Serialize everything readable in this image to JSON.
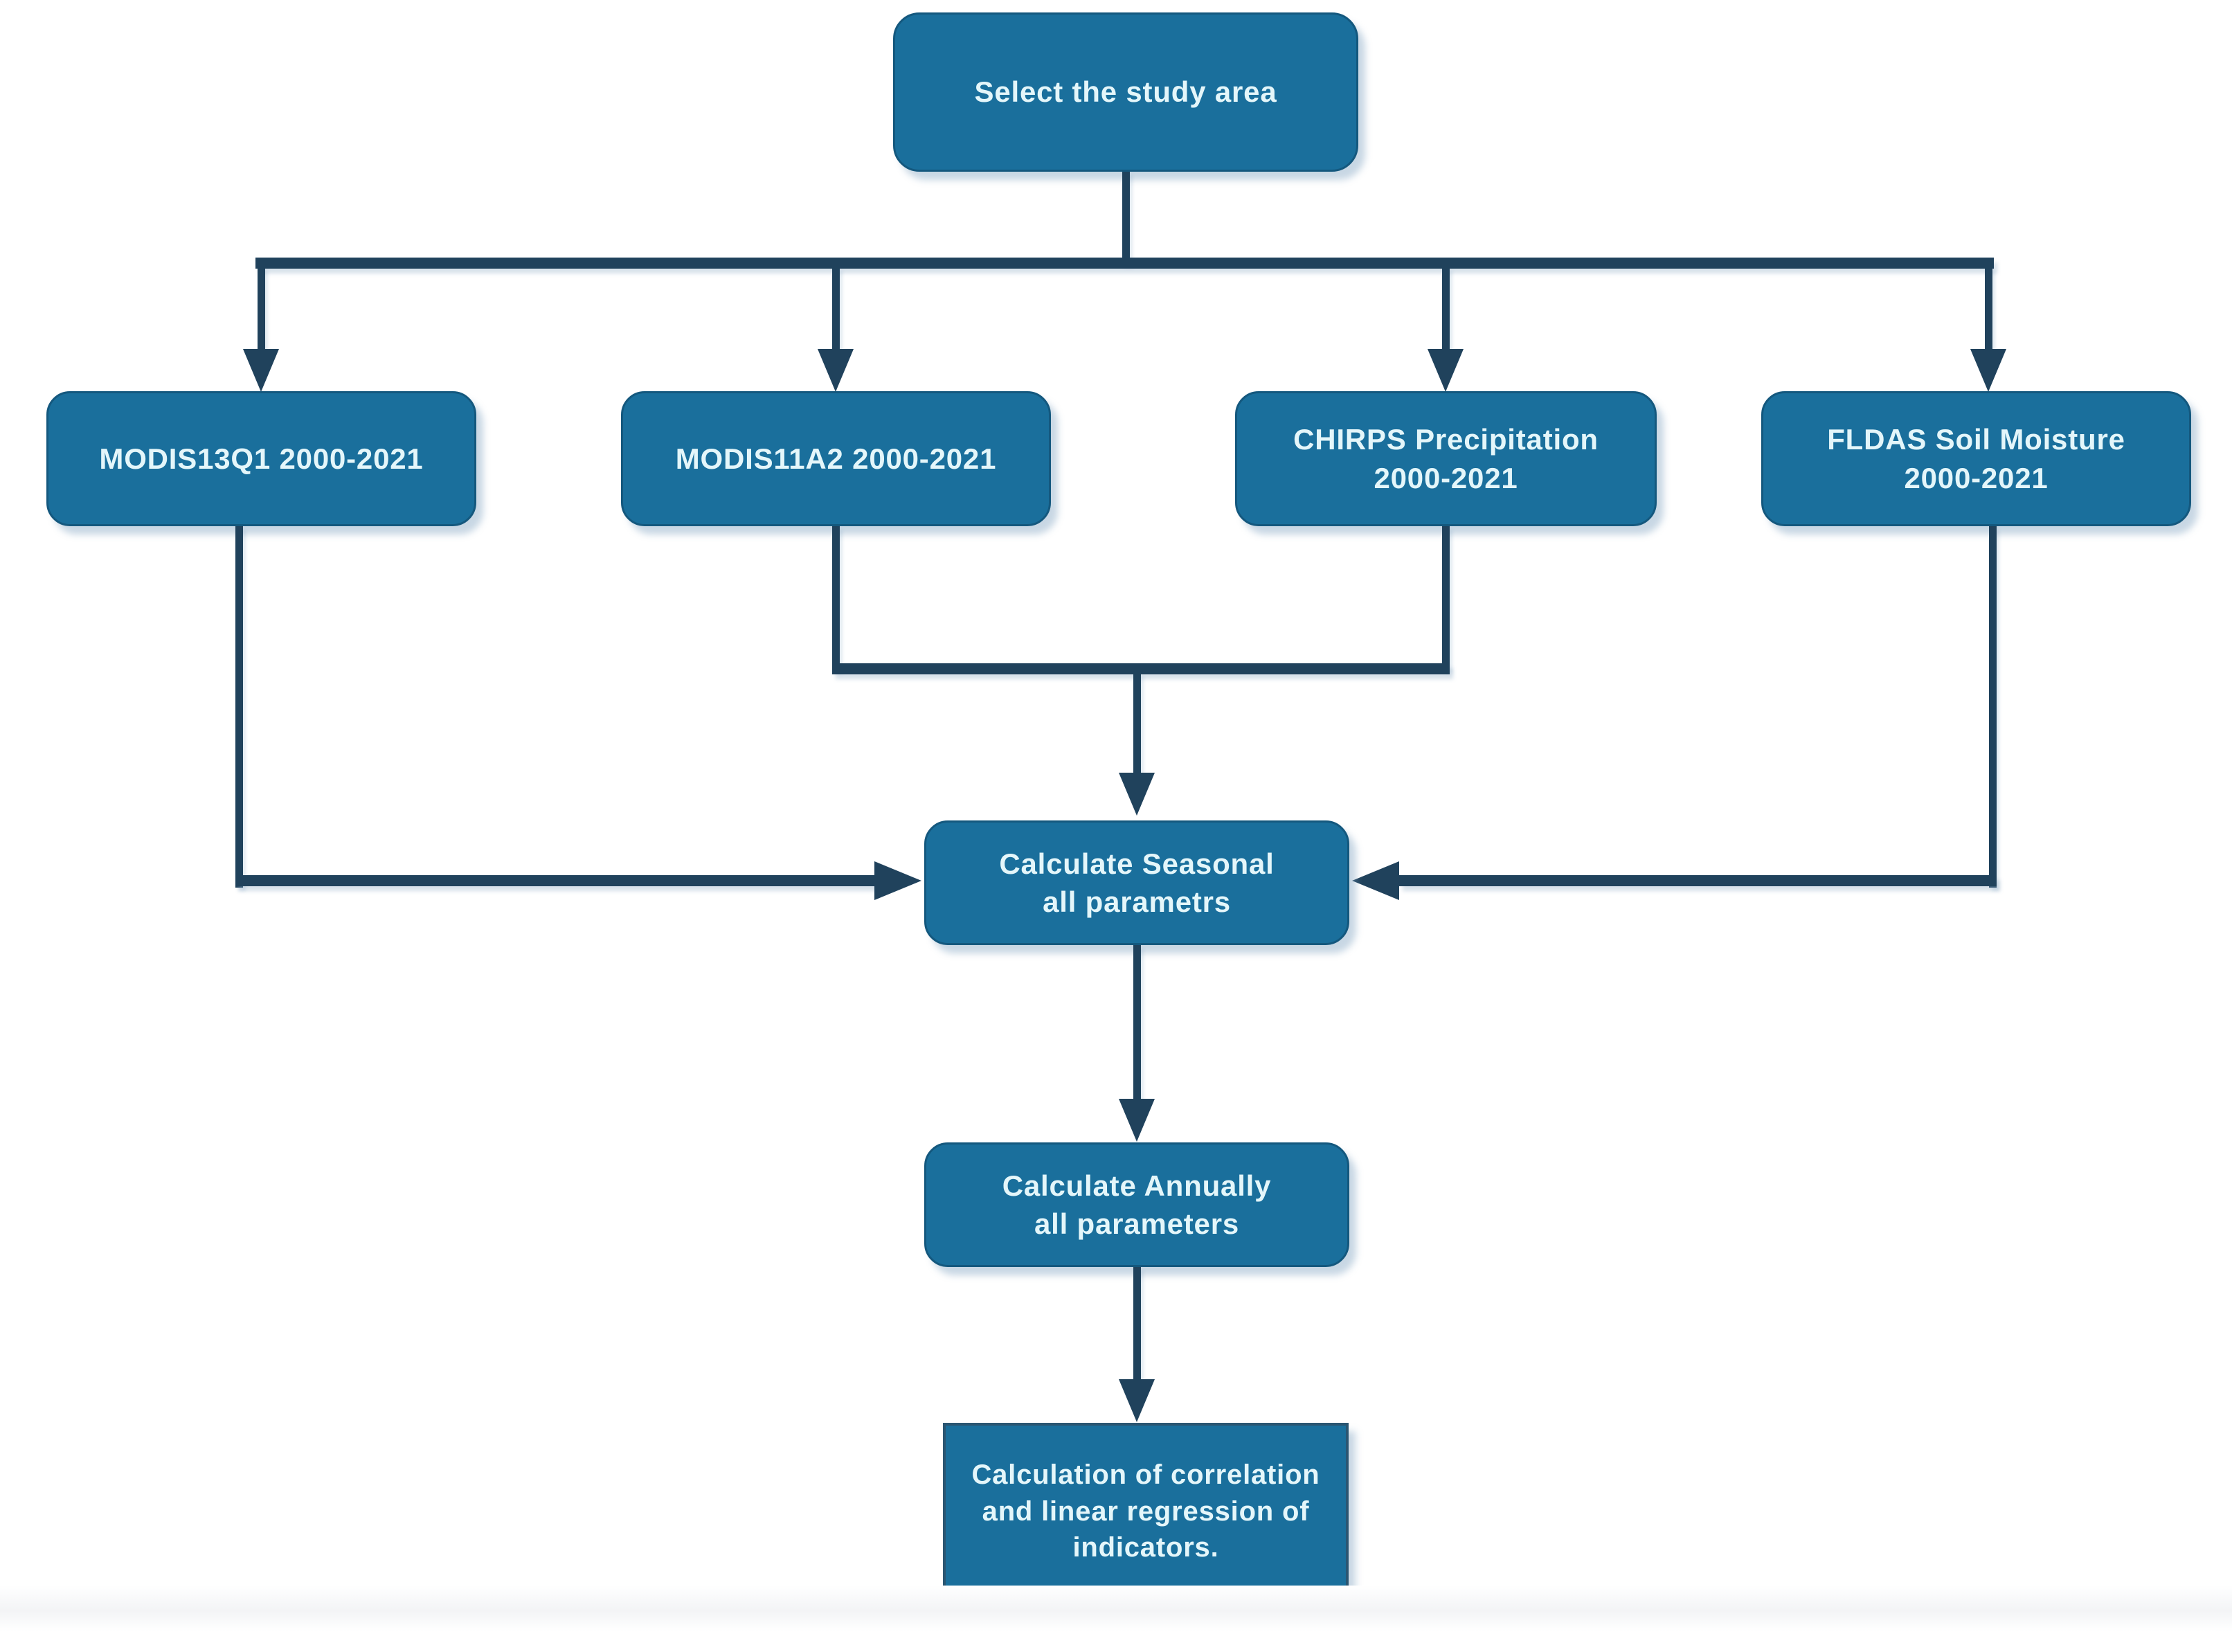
{
  "colors": {
    "node_fill": "#1A6F9C",
    "node_text": "#E4F6FA",
    "connector": "#20425C",
    "node_border": "#14587E",
    "final_border": "#2B5672",
    "page_bg": "#FFFFFF"
  },
  "nodes": {
    "select": {
      "label": "Select the study area"
    },
    "modis13q1": {
      "label": "MODIS13Q1 2000-2021"
    },
    "modis11a2": {
      "label": "MODIS11A2 2000-2021"
    },
    "chirps": {
      "line1": "CHIRPS Precipitation",
      "line2": "2000-2021"
    },
    "fldas": {
      "line1": "FLDAS Soil Moisture",
      "line2": "2000-2021"
    },
    "seasonal": {
      "line1": "Calculate Seasonal",
      "line2": "all parametrs"
    },
    "annually": {
      "line1": "Calculate Annually",
      "line2": "all parameters"
    },
    "correlation": {
      "line1": "Calculation of correlation",
      "line2": "and linear regression of",
      "line3": "indicators."
    }
  }
}
